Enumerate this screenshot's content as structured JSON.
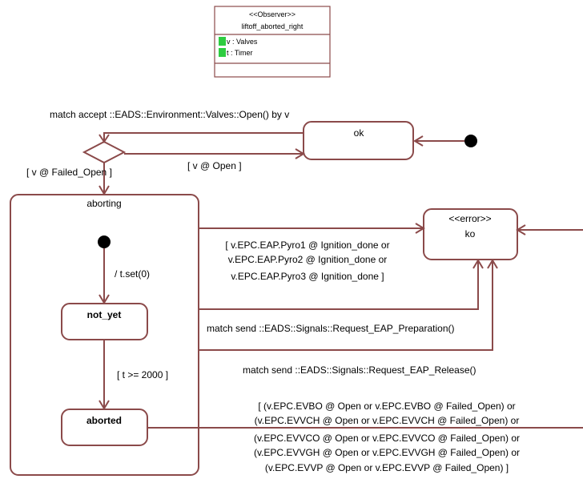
{
  "observer": {
    "stereotype": "<<Observer>>",
    "name": "liftoff_aborted_right",
    "attributes": [
      "v : Valves",
      "t : Timer"
    ],
    "attribute_icon": "attribute-icon",
    "attribute_icon_color": "#2ecc40"
  },
  "states": {
    "ok": "ok",
    "ko_stereotype": "<<error>>",
    "ko": "ko",
    "aborting": "aborting",
    "not_yet": "not_yet",
    "aborted": "aborted"
  },
  "labels": {
    "match_open": "match accept ::EADS::Environment::Valves::Open() by v",
    "guard_open": "[ v @ Open ]",
    "guard_failed_open": "[ v @ Failed_Open ]",
    "t_set": "/ t.set(0)",
    "t_guard": "[ t >= 2000 ]",
    "pyro": [
      "[ v.EPC.EAP.Pyro1 @ Ignition_done or",
      "v.EPC.EAP.Pyro2 @ Ignition_done or",
      "v.EPC.EAP.Pyro3 @ Ignition_done ]"
    ],
    "request_prep": "match send ::EADS::Signals::Request_EAP_Preparation()",
    "request_release": "match send ::EADS::Signals::Request_EAP_Release()",
    "valves": [
      "[ (v.EPC.EVBO @ Open or v.EPC.EVBO @ Failed_Open) or",
      "(v.EPC.EVVCH @ Open or v.EPC.EVVCH @ Failed_Open) or",
      "(v.EPC.EVVCO @ Open or v.EPC.EVVCO @ Failed_Open) or",
      "(v.EPC.EVVGH @ Open or v.EPC.EVVGH @ Failed_Open) or",
      "(v.EPC.EVVP @ Open or v.EPC.EVVP @ Failed_Open) ]"
    ]
  },
  "colors": {
    "edge": "#8b4a4a",
    "initial_node": "#000000"
  }
}
